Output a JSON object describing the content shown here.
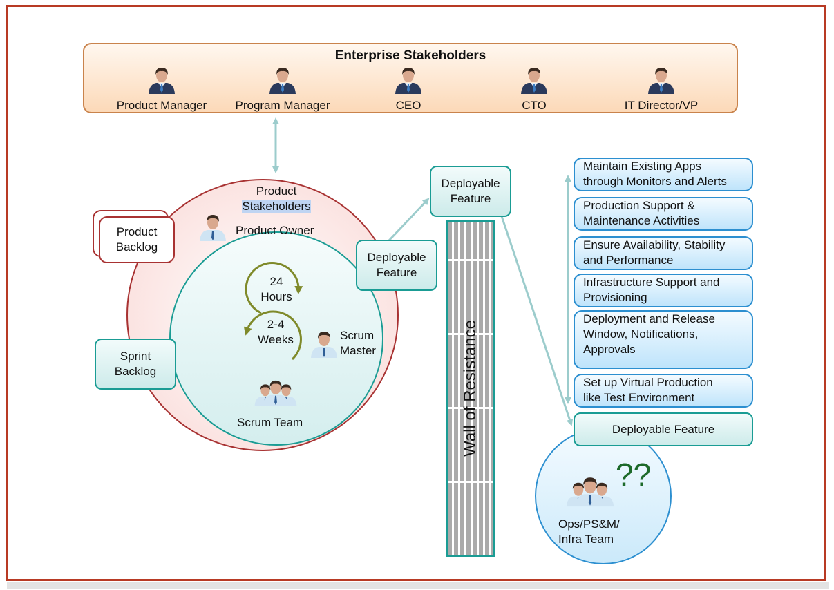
{
  "enterprise": {
    "title": "Enterprise Stakeholders",
    "stakeholders": [
      {
        "label": "Product Manager",
        "icon": "businessman-icon"
      },
      {
        "label": "Program Manager",
        "icon": "businessman-icon"
      },
      {
        "label": "CEO",
        "icon": "businessman-icon"
      },
      {
        "label": "CTO",
        "icon": "businessman-icon"
      },
      {
        "label": "IT Director/VP",
        "icon": "businessman-icon"
      }
    ]
  },
  "product_circle": {
    "title_line1": "Product",
    "title_line2": "Stakeholders",
    "product_owner": "Product Owner"
  },
  "product_backlog": {
    "line1": "Product",
    "line2": "Backlog"
  },
  "sprint_backlog": {
    "line1": "Sprint",
    "line2": "Backlog"
  },
  "scrum_circle": {
    "cycle_daily_line1": "24",
    "cycle_daily_line2": "Hours",
    "cycle_sprint_line1": "2-4",
    "cycle_sprint_line2": "Weeks",
    "scrum_master_line1": "Scrum",
    "scrum_master_line2": "Master",
    "scrum_team": "Scrum Team"
  },
  "deployable_feature_inner": {
    "line1": "Deployable",
    "line2": "Feature"
  },
  "deployable_feature_top": {
    "line1": "Deployable",
    "line2": "Feature"
  },
  "wall": {
    "label": "Wall of Resistance"
  },
  "ops_activities": [
    {
      "line1": "Maintain Existing Apps",
      "line2": "through Monitors and Alerts"
    },
    {
      "line1": "Production Support &",
      "line2": "Maintenance Activities"
    },
    {
      "line1": "Ensure Availability, Stability",
      "line2": "and Performance"
    },
    {
      "line1": "Infrastructure Support and",
      "line2": "Provisioning"
    },
    {
      "line1": "Deployment and Release",
      "line2": "Window, Notifications,",
      "line3": "Approvals"
    },
    {
      "line1": "Set up Virtual Production",
      "line2": "like Test Environment"
    }
  ],
  "deployable_feature_ops": "Deployable Feature",
  "ops_team": {
    "line1": "Ops/PS&M/",
    "line2": "Infra Team",
    "question": "??"
  },
  "colors": {
    "frame": "#b83a24",
    "enterprise_border": "#c9834c",
    "product_circle": "#a83232",
    "scrum_circle": "#1a9c94",
    "ops_blue": "#2c8fd0",
    "arrow": "#9ccccc",
    "cycle_arrow": "#7f8a2a",
    "question": "#1d6a2a"
  }
}
